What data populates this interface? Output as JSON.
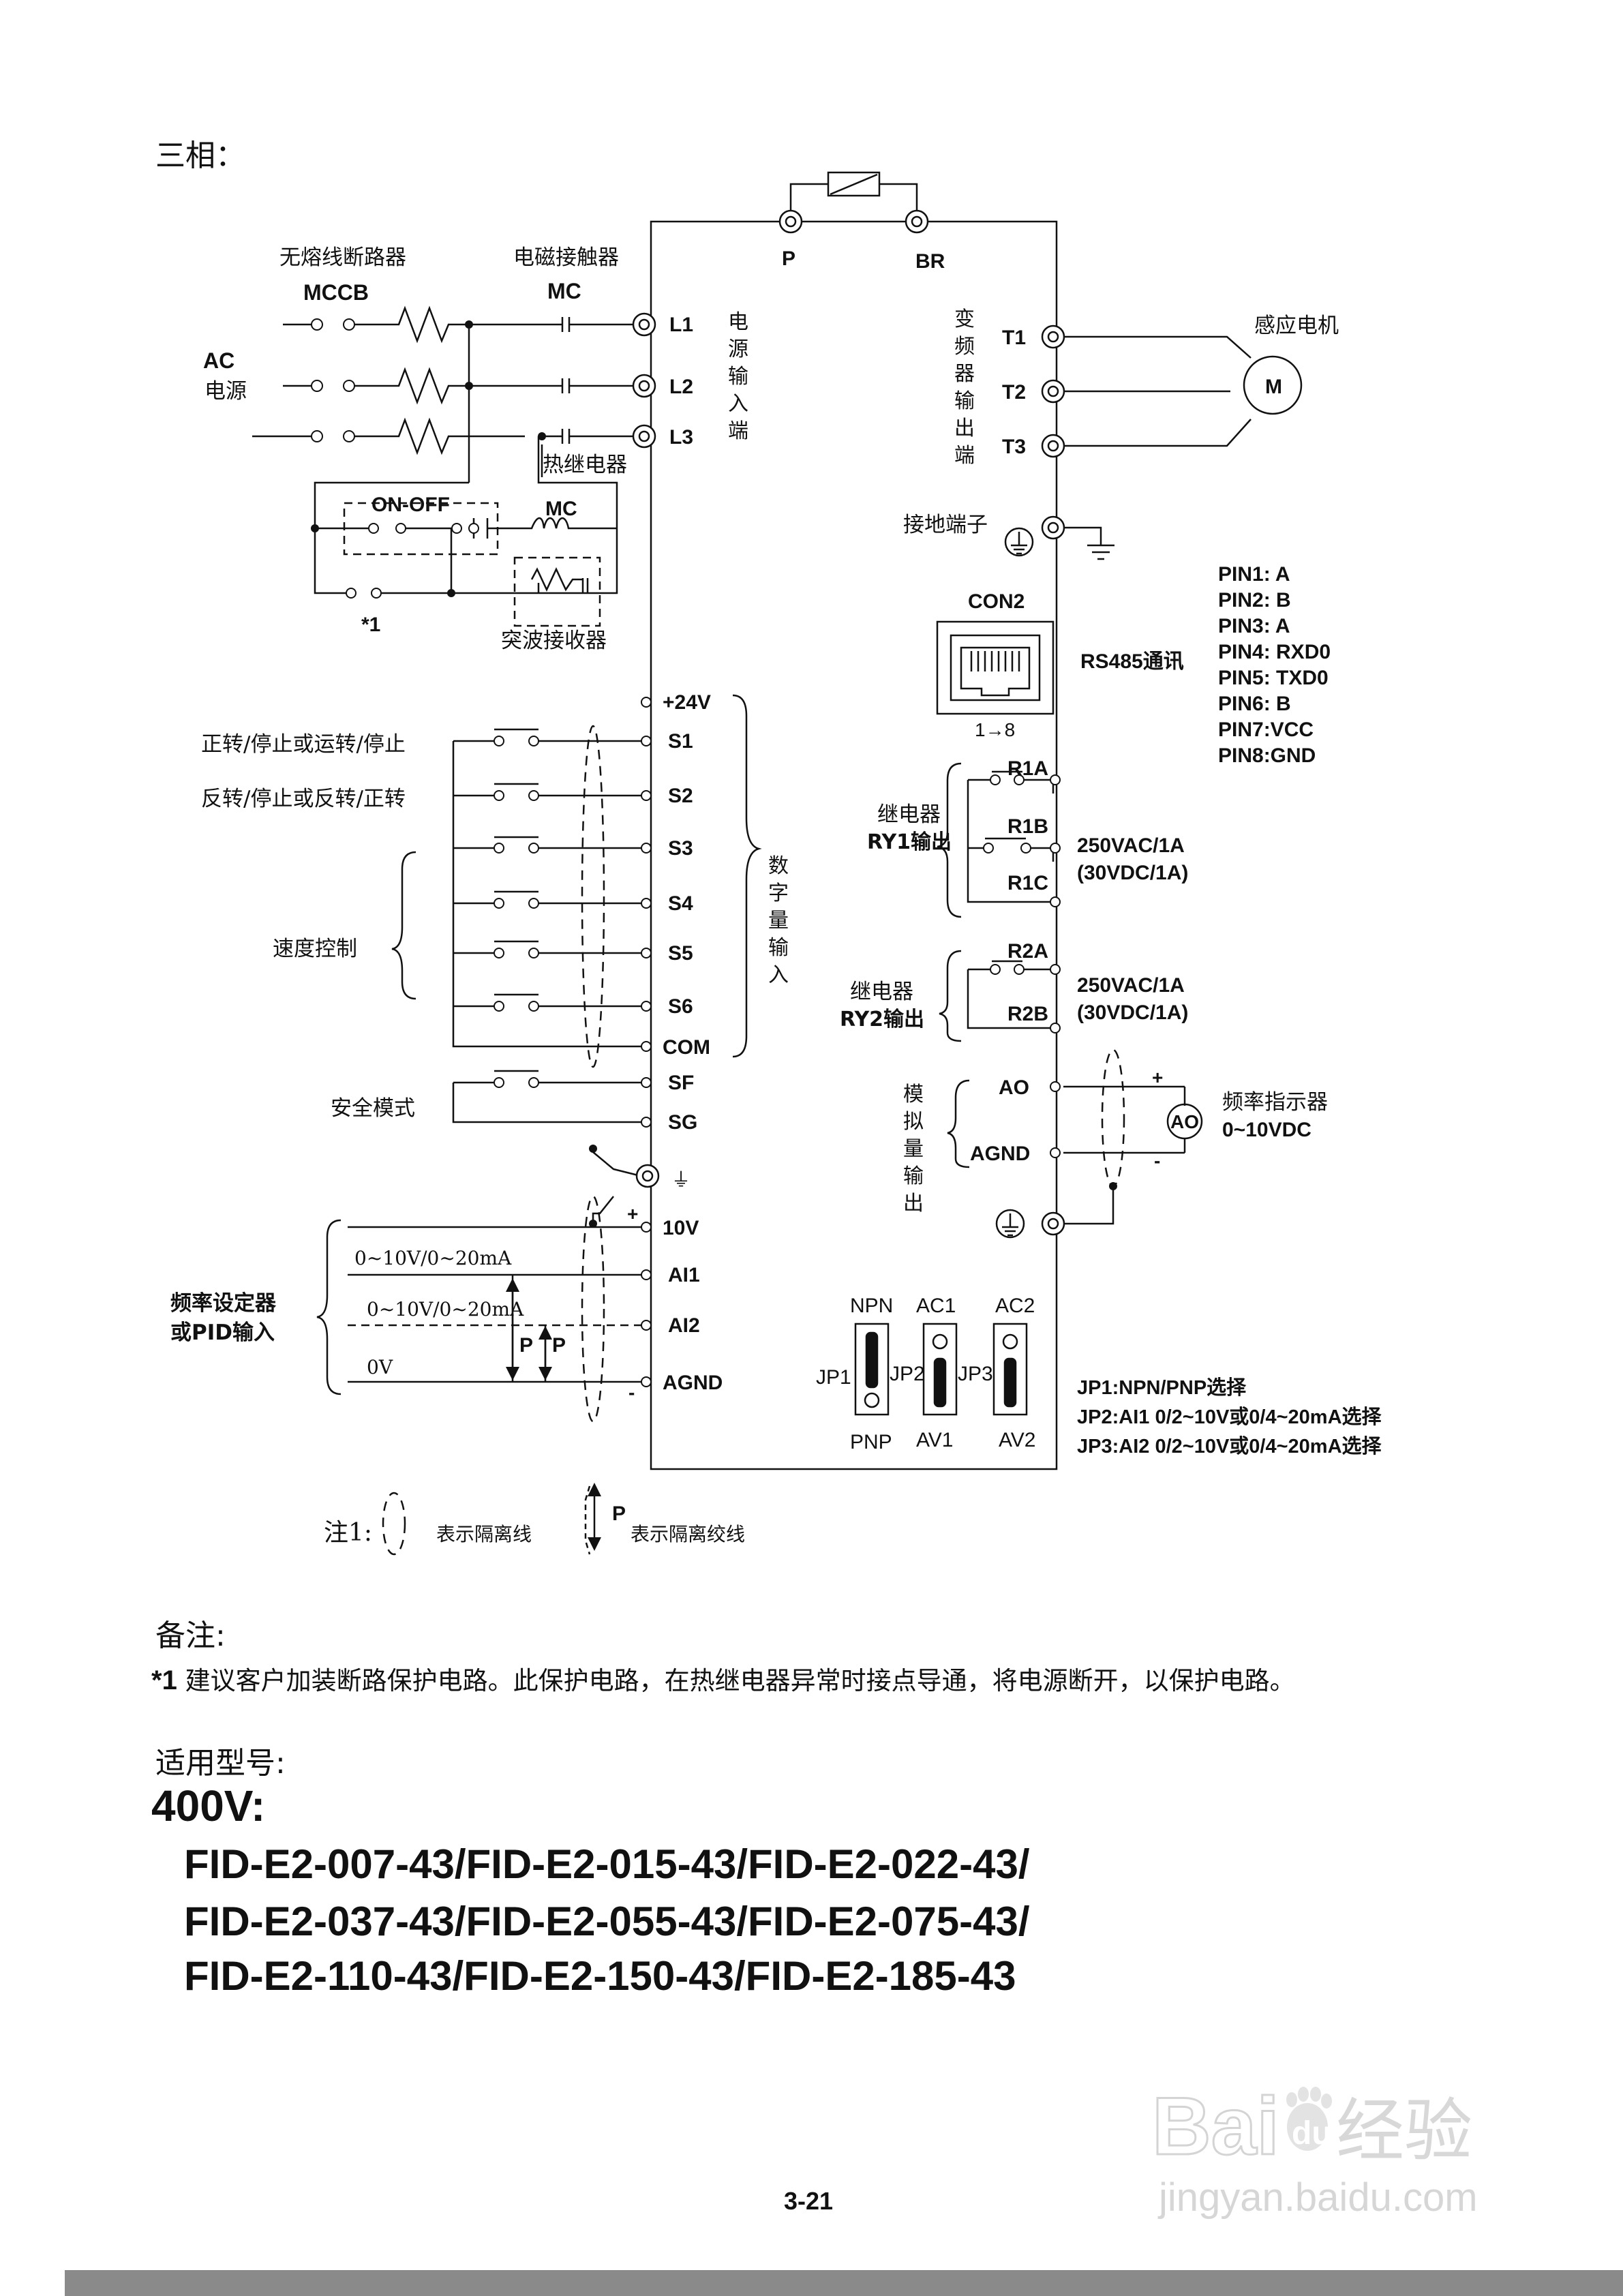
{
  "section_title": "三相：",
  "circuit": {
    "left": {
      "mccb_label": "无熔线断路器",
      "mccb_code": "MCCB",
      "contactor_label": "电磁接触器",
      "contactor_code": "MC",
      "ac_label": "AC",
      "power_label": "电源",
      "onoff_label": "ON-OFF",
      "coil_label": "MC",
      "relay_label": "热继电器",
      "note_mark": "*1",
      "surge_label": "突波接收器"
    },
    "power_terminals": [
      "L1",
      "L2",
      "L3"
    ],
    "power_group_label": [
      "电",
      "源",
      "输",
      "入",
      "端"
    ],
    "brake": {
      "p": "P",
      "br": "BR"
    },
    "output_group_label": [
      "变",
      "频",
      "器",
      "输",
      "出",
      "端"
    ],
    "output_terminals": [
      "T1",
      "T2",
      "T3"
    ],
    "motor_label": "感应电机",
    "motor_symbol": "M",
    "ground_label": "接地端子",
    "con2": {
      "label": "CON2",
      "pins_range": "1→8",
      "comm_label": "RS485通讯",
      "pins": [
        "PIN1: A",
        "PIN2: B",
        "PIN3: A",
        "PIN4: RXD0",
        "PIN5: TXD0",
        "PIN6: B",
        "PIN7:VCC",
        "PIN8:GND"
      ]
    },
    "digital_terminals": [
      "+24V",
      "S1",
      "S2",
      "S3",
      "S4",
      "S5",
      "S6",
      "COM",
      "SF",
      "SG"
    ],
    "digital_group_label": [
      "数",
      "字",
      "量",
      "输",
      "入"
    ],
    "s1_function": "正转/停止或运转/停止",
    "s2_function": "反转/停止或反转/正转",
    "speed_label": "速度控制",
    "safety_label": "安全模式",
    "relay1": {
      "label_1": "继电器",
      "label_2": "RY1输出",
      "terminals": [
        "R1A",
        "R1B",
        "R1C"
      ],
      "rating_1": "250VAC/1A",
      "rating_2": "(30VDC/1A)"
    },
    "relay2": {
      "label_1": "继电器",
      "label_2": "RY2输出",
      "terminals": [
        "R2A",
        "R2B"
      ],
      "rating_1": "250VAC/1A",
      "rating_2": "(30VDC/1A)"
    },
    "analog_out_group_label": [
      "模",
      "拟",
      "量",
      "输",
      "出"
    ],
    "ao_terminals": [
      "AO",
      "AGND"
    ],
    "freq_meter_label": "频率指示器",
    "freq_meter_range": "0~10VDC",
    "freq_meter_symbol": "AO",
    "plus_sign": "+",
    "minus_sign": "-",
    "analog_in_terminals": [
      "10V",
      "AI1",
      "AI2",
      "AGND"
    ],
    "freq_setting_label_1": "频率设定器",
    "freq_setting_label_2": "或PID输入",
    "ai1_range": "0~10V/0~20mA",
    "ai2_range": "0~10V/0~20mA",
    "zero_v": "0V",
    "p_mark": "P",
    "jumpers": {
      "top_labels": [
        "NPN",
        "AC1",
        "AC2"
      ],
      "bottom_labels": [
        "PNP",
        "AV1",
        "AV2"
      ],
      "names": [
        "JP1",
        "JP2",
        "JP3"
      ],
      "legend": [
        "JP1:NPN/PNP选择",
        "JP2:AI1 0/2~10V或0/4~20mA选择",
        "JP3:AI2 0/2~10V或0/4~20mA选择"
      ]
    },
    "footnote": {
      "prefix": "注1:",
      "shielded": "表示隔离线",
      "twisted": "表示隔离绞线",
      "p_mark": "P"
    }
  },
  "notes_heading": "备注:",
  "note_1_mark": "*1",
  "note_1_text": " 建议客户加装断路保护电路。此保护电路，在热继电器异常时接点导通，将电源断开，以保护电路。",
  "models_heading": "适用型号:",
  "voltage_class": "400V:",
  "models": [
    "FID-E2-007-43/FID-E2-015-43/FID-E2-022-43/",
    "FID-E2-037-43/FID-E2-055-43/FID-E2-075-43/",
    "FID-E2-110-43/FID-E2-150-43/FID-E2-185-43"
  ],
  "page_number": "3-21",
  "watermark": {
    "text": "jingyan.baidu.com",
    "brand": "Bai",
    "brand_2": "du",
    "brand_cn": "经验"
  }
}
